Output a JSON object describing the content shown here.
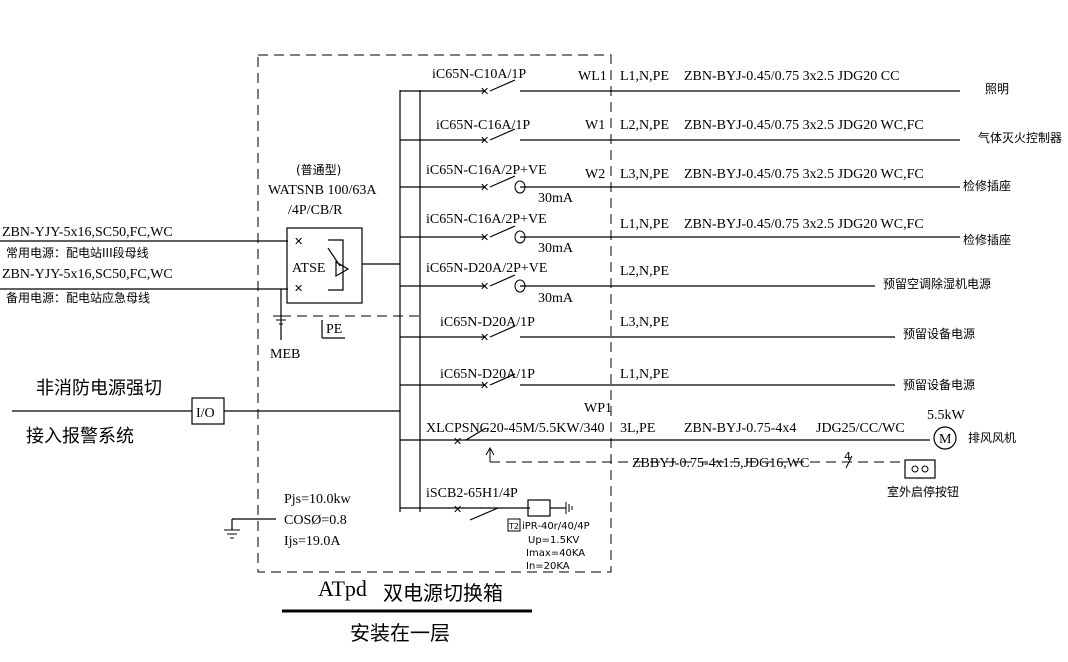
{
  "box": {
    "atse_type": "(普通型)",
    "atse_model": "WATSNB 100/63A",
    "atse_spec": "/4P/CB/R",
    "atse_label": "ATSE"
  },
  "inputs": [
    {
      "cable": "ZBN-YJY-5x16,SC50,FC,WC",
      "desc": "常用电源：配电站III段母线"
    },
    {
      "cable": "ZBN-YJY-5x16,SC50,FC,WC",
      "desc": "备用电源：配电站应急母线"
    }
  ],
  "ground": {
    "pe_label": "PE",
    "meb_label": "MEB"
  },
  "fire": {
    "text1": "非消防电源强切",
    "text2": "接入报警系统",
    "io_label": "I/O"
  },
  "circuits": [
    {
      "breaker": "iC65N-C10A/1P",
      "id": "WL1",
      "phase": "L1,N,PE",
      "cable": "ZBN-BYJ-0.45/0.75  3x2.5  JDG20  CC",
      "load": "照明",
      "rcd": ""
    },
    {
      "breaker": "iC65N-C16A/1P",
      "id": "W1",
      "phase": "L2,N,PE",
      "cable": "ZBN-BYJ-0.45/0.75  3x2.5  JDG20  WC,FC",
      "load": "气体灭火控制器",
      "rcd": ""
    },
    {
      "breaker": "iC65N-C16A/2P+VE",
      "id": "W2",
      "phase": "L3,N,PE",
      "cable": "ZBN-BYJ-0.45/0.75  3x2.5  JDG20  WC,FC",
      "load": "检修插座",
      "rcd": "30mA"
    },
    {
      "breaker": "iC65N-C16A/2P+VE",
      "id": "",
      "phase": "L1,N,PE",
      "cable": "ZBN-BYJ-0.45/0.75  3x2.5  JDG20  WC,FC",
      "load": "检修插座",
      "rcd": "30mA"
    },
    {
      "breaker": "iC65N-D20A/2P+VE",
      "id": "",
      "phase": "L2,N,PE",
      "cable": "",
      "load": "预留空调除湿机电源",
      "rcd": "30mA"
    },
    {
      "breaker": "iC65N-D20A/1P",
      "id": "",
      "phase": "L3,N,PE",
      "cable": "",
      "load": "预留设备电源",
      "rcd": ""
    },
    {
      "breaker": "iC65N-D20A/1P",
      "id": "",
      "phase": "L1,N,PE",
      "cable": "",
      "load": "预留设备电源",
      "rcd": ""
    }
  ],
  "motor": {
    "id": "WP1",
    "breaker": "XLCPSNG20-45M/5.5KW/340",
    "phase": "3L,PE",
    "cable": "ZBN-BYJ-0.75-4x4",
    "conduit": "JDG25/CC/WC",
    "power": "5.5kW",
    "symbol": "M",
    "load": "排风风机",
    "ctrl_cable": "ZBBYJ-0.75-4x1.5,JDG16,WC",
    "ctrl_mark": "4",
    "button": "室外启停按钮"
  },
  "spd": {
    "breaker": "iSCB2-65H1/4P",
    "badge": "T2",
    "model": "iPR-40r/40/4P",
    "up": "Up=1.5KV",
    "imax": "Imax=40KA",
    "in": "In=20KA"
  },
  "calc": {
    "pjs": "Pjs=10.0kw",
    "cos": "COSØ=0.8",
    "ijs": "Ijs=19.0A"
  },
  "title": {
    "code": "ATpd",
    "name": "双电源切换箱",
    "install": "安装在一层"
  }
}
